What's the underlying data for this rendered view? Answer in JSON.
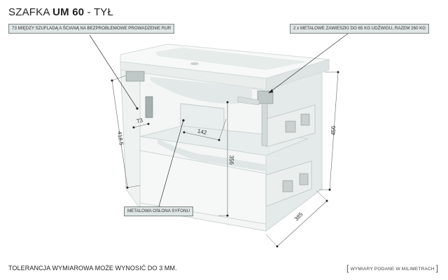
{
  "title": {
    "prefix": "SZAFKA",
    "model": "UM 60",
    "suffix": "- TYŁ"
  },
  "callouts": {
    "gap": "73 MIĘDZY SZUFLADĄ A ŚCIANĄ NA BEZPROBLEMOWE PROWADZENIE RUR",
    "hangers": "2 x METALOWE ZAWIESZKI DO 65 KG UDŹWIGU, RAZEM 260 KG",
    "siphon": "METALOWA OSŁONA SYFONU"
  },
  "dimensions": {
    "gap_depth": "73",
    "siphon_width": "142",
    "left_height": "418.5",
    "inner_height": "356",
    "right_height": "456",
    "depth": "385"
  },
  "footer": {
    "tolerance": "TOLERANCJA WYMIAROWA MOŻE WYNOSIĆ DO 3 MM.",
    "units": "WYMIARY PODANE W MILIMETRACH",
    "bracket_open": "[",
    "bracket_close": "]"
  },
  "colors": {
    "callout_bg": "#dfe5e4",
    "callout_border": "#7a8584",
    "cabinet": "#eef2f1",
    "cabinet_edge": "#cdd5d4",
    "text": "#222222"
  }
}
